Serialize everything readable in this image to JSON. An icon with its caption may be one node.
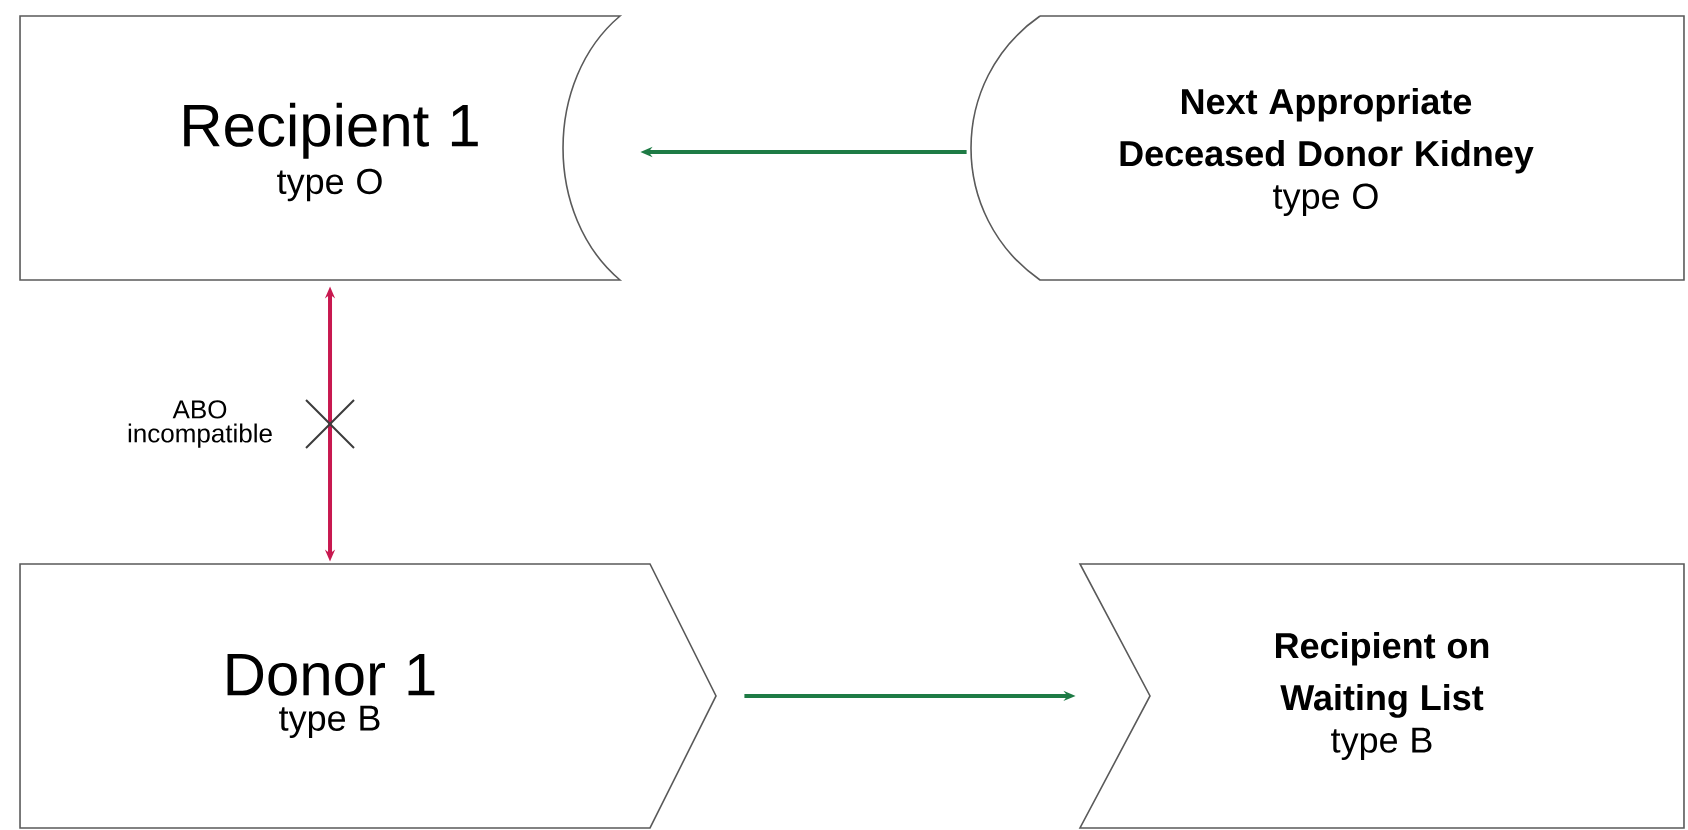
{
  "diagram": {
    "nodes": [
      {
        "text": [
          "Recipient 1",
          "type O"
        ]
      },
      {
        "text": [
          "Next Appropriate Deceased Donor Kidney",
          "type O"
        ]
      },
      {
        "text": [
          "Donor 1",
          "type B"
        ]
      },
      {
        "text": [
          "Recipient on Waiting List",
          "type B"
        ]
      }
    ],
    "edges": [
      {
        "from": 1,
        "to": 0,
        "arrow": "to"
      },
      {
        "from": 0,
        "to": 2,
        "arrow": "both",
        "label": "ABO incompatible",
        "color": "#c8184f"
      },
      {
        "from": 2,
        "to": 3,
        "arrow": "to"
      }
    ]
  }
}
